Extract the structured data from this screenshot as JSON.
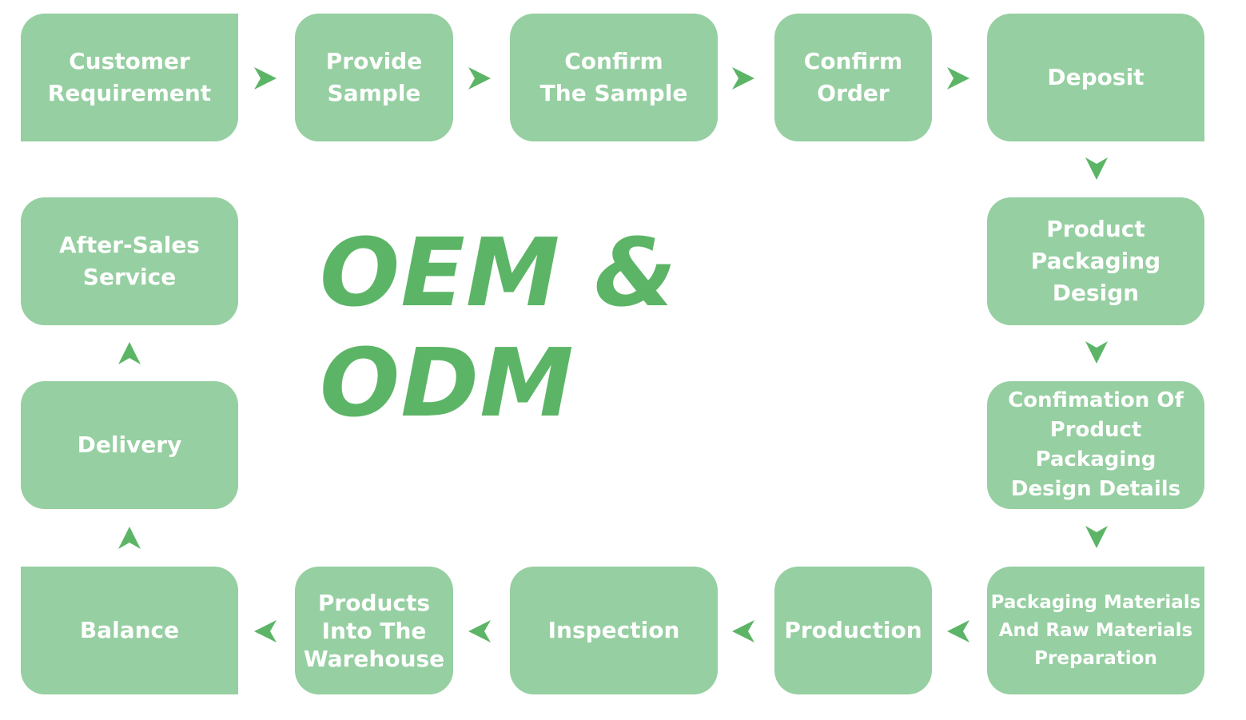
{
  "title": "OEM & ODM",
  "colors": {
    "box_fill": "#96cfa1",
    "accent": "#5cb566",
    "box_text": "#ffffff"
  },
  "steps": {
    "customer_requirement": "Customer\nRequirement",
    "provide_sample": "Provide\nSample",
    "confirm_the_sample": "Confirm\nThe Sample",
    "confirm_order": "Confirm\nOrder",
    "deposit": "Deposit",
    "product_packaging_design": "Product\nPackaging\nDesign",
    "confirmation_of_design": "Confimation Of\nProduct Packaging\nDesign Details",
    "materials_preparation": "Packaging Materials\nAnd Raw Materials\nPreparation",
    "production": "Production",
    "inspection": "Inspection",
    "products_into_warehouse": "Products\nInto The\nWarehouse",
    "balance": "Balance",
    "delivery": "Delivery",
    "after_sales_service": "After-Sales\nService"
  },
  "arrow_icons": {
    "right": "arrow-right-icon",
    "down": "arrow-down-icon",
    "left": "arrow-left-icon",
    "up": "arrow-up-icon"
  }
}
